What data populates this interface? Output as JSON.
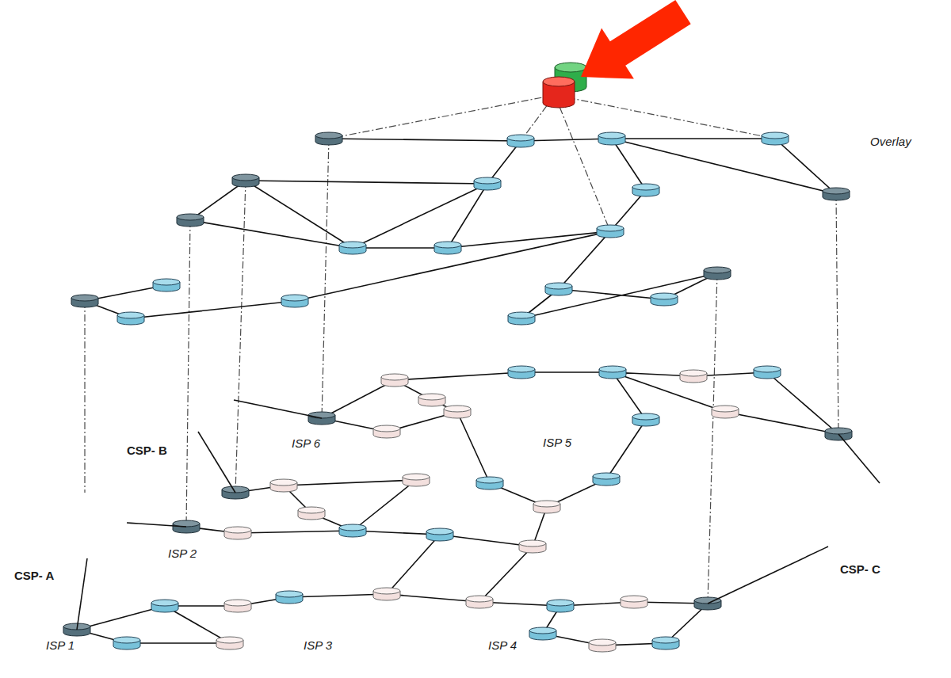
{
  "diagram": {
    "nodes": [
      {
        "text": [
          "Overlay"
        ]
      },
      {
        "text": [
          "ISP 6"
        ]
      },
      {
        "text": [
          "CSP- B"
        ]
      },
      {
        "text": [
          "ISP 5"
        ]
      },
      {
        "text": [
          "ISP 2"
        ]
      },
      {
        "text": [
          "CSP- A"
        ]
      },
      {
        "text": [
          "CSP- C"
        ]
      },
      {
        "text": [
          "ISP 1"
        ]
      },
      {
        "text": [
          "ISP 3"
        ]
      },
      {
        "text": [
          "ISP 4"
        ]
      }
    ],
    "edges": [
      {
        "from": 2,
        "to": 1,
        "arrow": "none"
      },
      {
        "from": 2,
        "to": 4,
        "arrow": "none"
      },
      {
        "from": 5,
        "to": 4,
        "arrow": "none"
      },
      {
        "from": 5,
        "to": 7,
        "arrow": "none"
      },
      {
        "from": 6,
        "to": 3,
        "arrow": "none"
      },
      {
        "from": 6,
        "to": 9,
        "arrow": "none"
      }
    ]
  }
}
